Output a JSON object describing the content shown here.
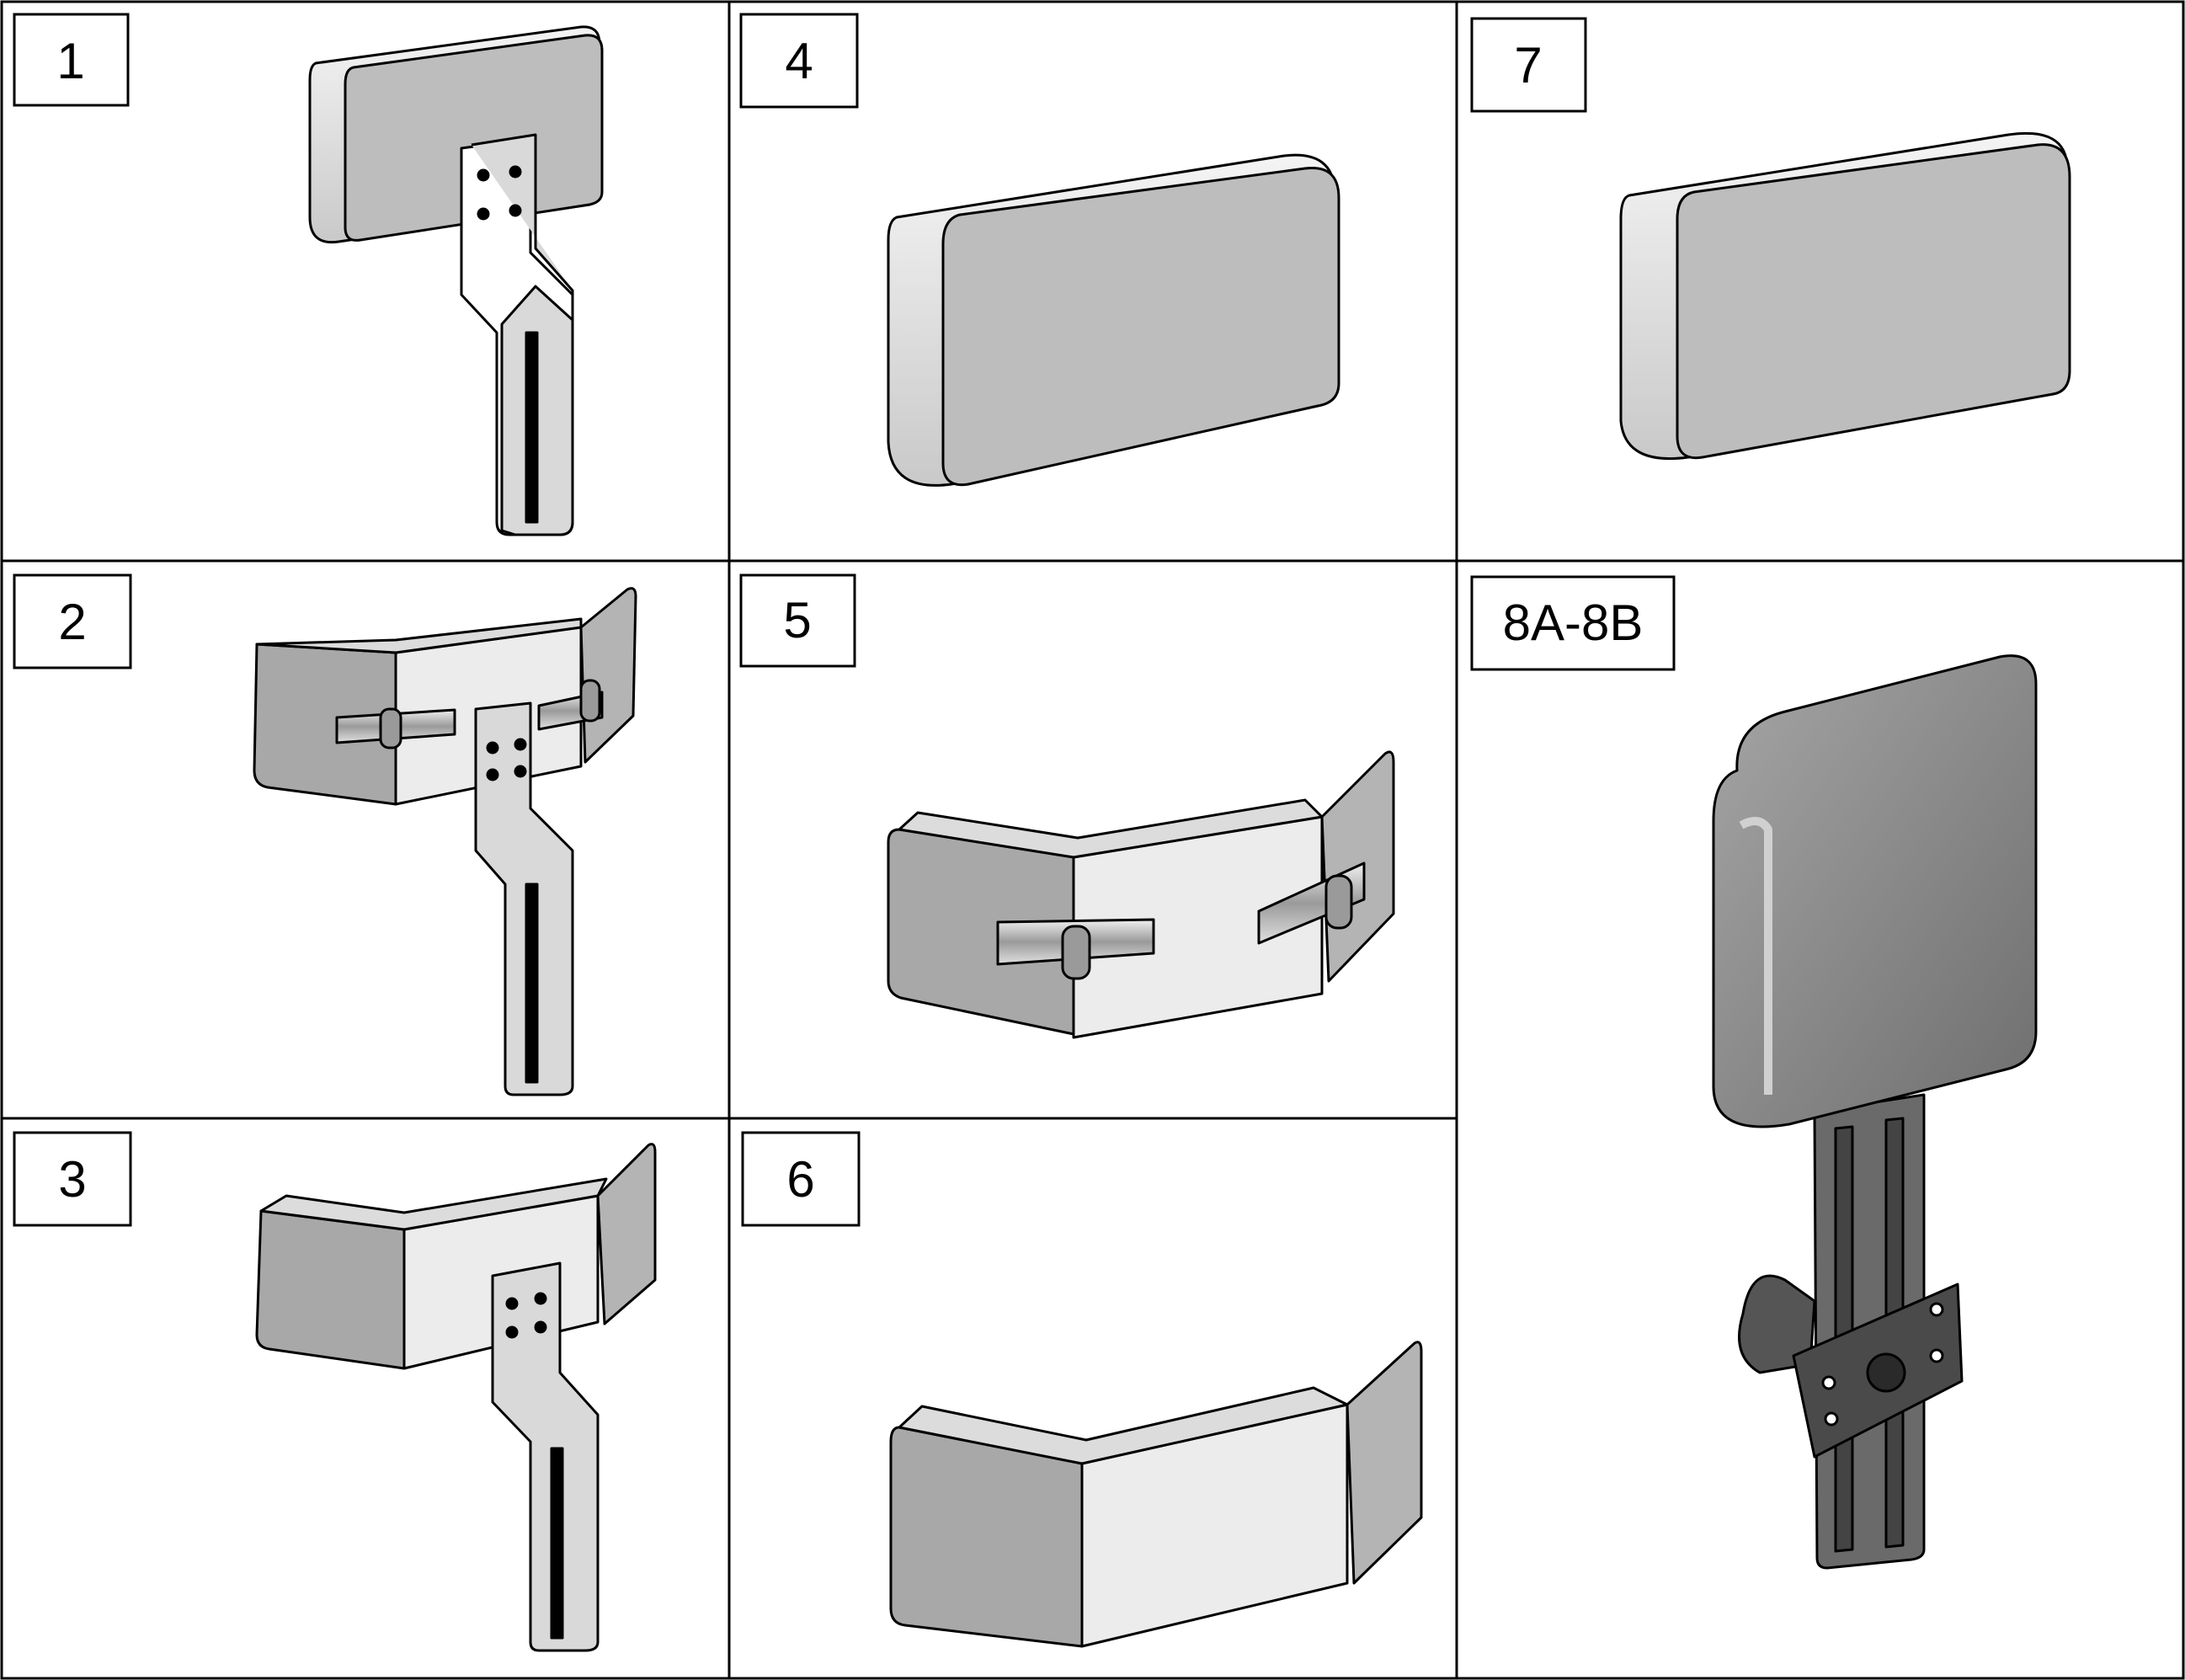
{
  "panels": [
    {
      "id": "p1",
      "label": "1"
    },
    {
      "id": "p2",
      "label": "2"
    },
    {
      "id": "p3",
      "label": "3"
    },
    {
      "id": "p4",
      "label": "4"
    },
    {
      "id": "p5",
      "label": "5"
    },
    {
      "id": "p6",
      "label": "6"
    },
    {
      "id": "p7",
      "label": "7"
    },
    {
      "id": "p8",
      "label": "8A-8B"
    }
  ],
  "colors": {
    "line": "#000000",
    "pad_face": "#bdbdbd",
    "pad_light": "#e6e6e6",
    "pad_edge": "#efefef",
    "bracket": "#d9d9d9",
    "dark_pad": "#8c8c8c",
    "dark_metal": "#5a5a5a"
  }
}
